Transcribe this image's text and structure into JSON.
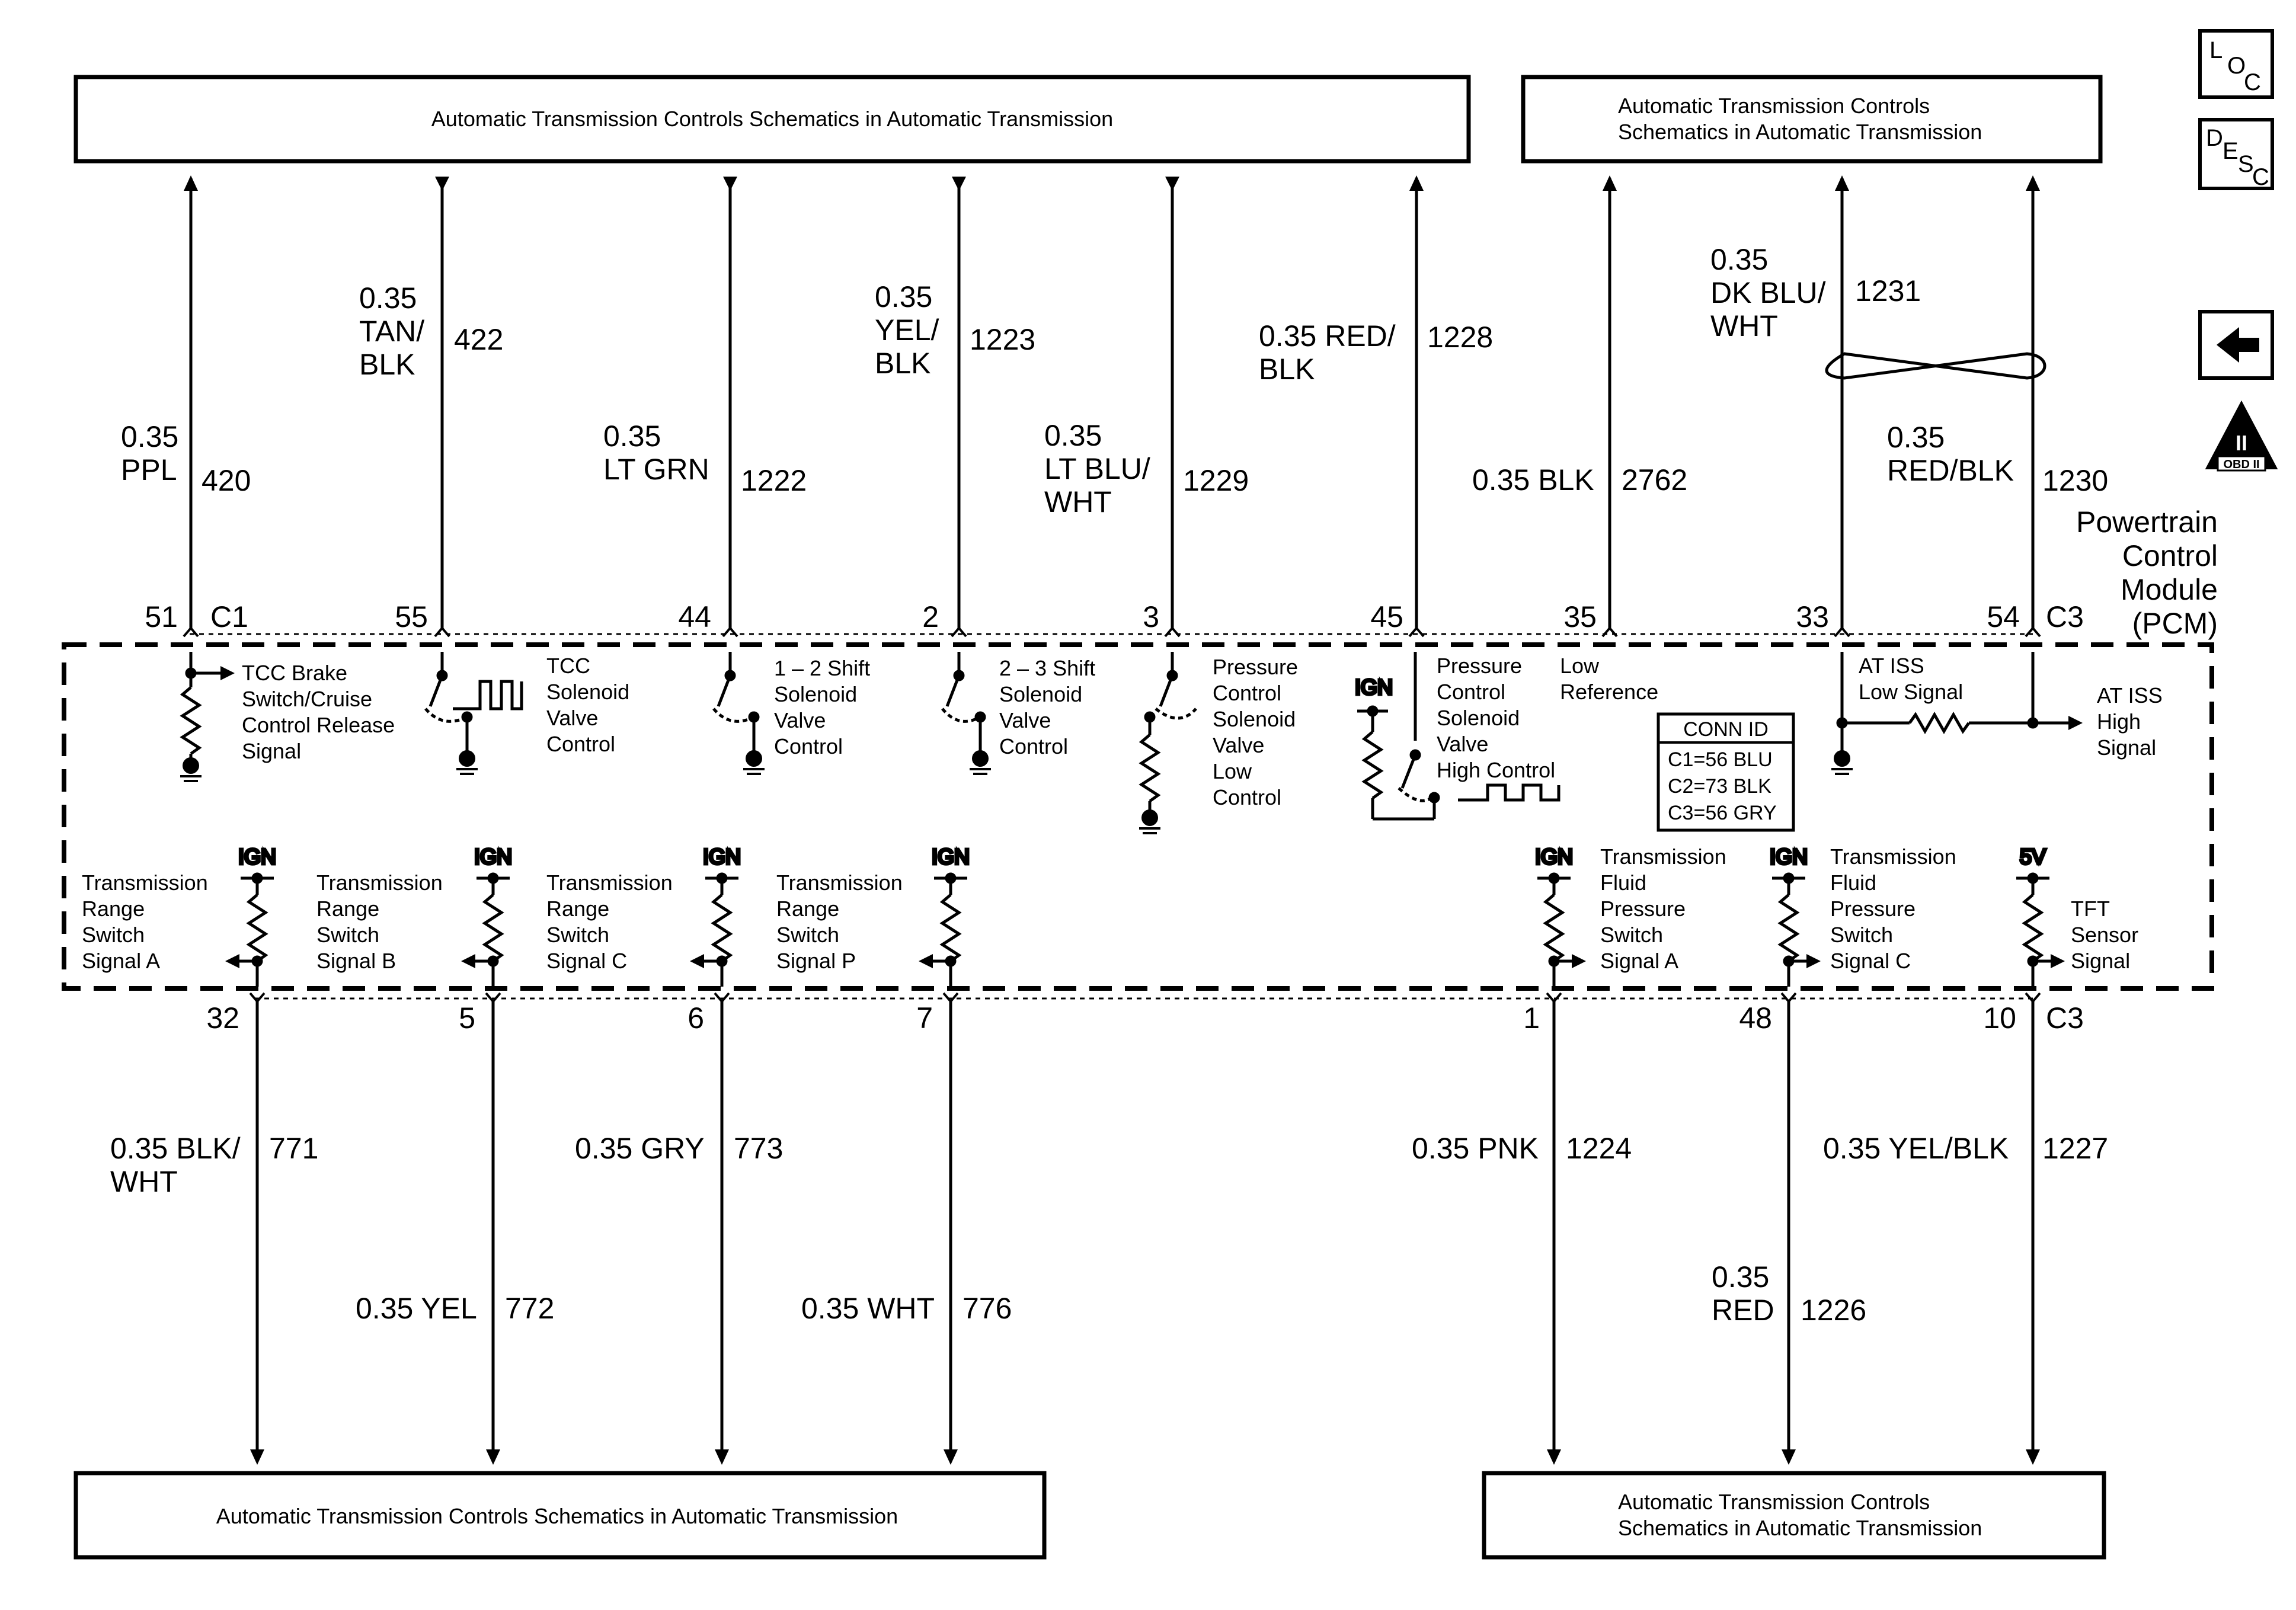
{
  "boxes": {
    "top_left": [
      "Automatic Transmission Controls Schematics in Automatic Transmission"
    ],
    "top_right": [
      "Automatic Transmission Controls",
      "Schematics in Automatic Transmission"
    ],
    "bottom_left": [
      "Automatic Transmission Controls Schematics in Automatic Transmission"
    ],
    "bottom_right": [
      "Automatic Transmission Controls",
      "Schematics in Automatic Transmission"
    ]
  },
  "nav_icons": {
    "loc": {
      "letters": [
        "L",
        "O",
        "C"
      ],
      "icon": "location-icon"
    },
    "desc": {
      "letters": [
        "D",
        "E",
        "S",
        "C"
      ],
      "icon": "description-icon"
    },
    "back": {
      "icon": "back-arrow-icon"
    },
    "obd": {
      "top": "II",
      "bottom": "OBD II",
      "icon": "obd-ii-icon"
    }
  },
  "module": {
    "label": [
      "Powertrain",
      "Control",
      "Module",
      "(PCM)"
    ],
    "connector_top_left": "C1",
    "connector_top_right": "C3",
    "connector_bottom_right": "C3"
  },
  "conn_id": {
    "title": "CONN ID",
    "rows": [
      "C1=56 BLU",
      "C2=73 BLK",
      "C3=56 GRY"
    ]
  },
  "top_wires": [
    {
      "pin": "51",
      "color_lines": [
        "0.35",
        "PPL"
      ],
      "circuit": "420"
    },
    {
      "pin": "55",
      "color_lines": [
        "0.35",
        "TAN/",
        "BLK"
      ],
      "circuit": "422"
    },
    {
      "pin": "44",
      "color_lines": [
        "0.35",
        "LT GRN"
      ],
      "circuit": "1222"
    },
    {
      "pin": "2",
      "color_lines": [
        "0.35",
        "YEL/",
        "BLK"
      ],
      "circuit": "1223"
    },
    {
      "pin": "3",
      "color_lines": [
        "0.35",
        "LT BLU/",
        "WHT"
      ],
      "circuit": "1229"
    },
    {
      "pin": "45",
      "color_lines": [
        "0.35 RED/",
        "BLK"
      ],
      "circuit": "1228"
    },
    {
      "pin": "35",
      "color_lines": [
        "0.35 BLK"
      ],
      "circuit": "2762"
    },
    {
      "pin": "33",
      "color_lines": [
        "0.35",
        "DK BLU/",
        "WHT"
      ],
      "circuit": "1231"
    },
    {
      "pin": "54",
      "color_lines": [
        "0.35",
        "RED/BLK"
      ],
      "circuit": "1230"
    }
  ],
  "bottom_wires": [
    {
      "pin": "32",
      "color_lines": [
        "0.35 BLK/",
        "WHT"
      ],
      "circuit": "771"
    },
    {
      "pin": "5",
      "color_lines": [
        "0.35 YEL"
      ],
      "circuit": "772"
    },
    {
      "pin": "6",
      "color_lines": [
        "0.35 GRY"
      ],
      "circuit": "773"
    },
    {
      "pin": "7",
      "color_lines": [
        "0.35 WHT"
      ],
      "circuit": "776"
    },
    {
      "pin": "1",
      "color_lines": [
        "0.35 PNK"
      ],
      "circuit": "1224"
    },
    {
      "pin": "48",
      "color_lines": [
        "0.35",
        "RED"
      ],
      "circuit": "1226"
    },
    {
      "pin": "10",
      "color_lines": [
        "0.35 YEL/BLK"
      ],
      "circuit": "1227"
    }
  ],
  "internal_top": [
    [
      "TCC Brake",
      "Switch/Cruise",
      "Control Release",
      "Signal"
    ],
    [
      "TCC",
      "Solenoid",
      "Valve",
      "Control"
    ],
    [
      "1 – 2 Shift",
      "Solenoid",
      "Valve",
      "Control"
    ],
    [
      "2 – 3 Shift",
      "Solenoid",
      "Valve",
      "Control"
    ],
    [
      "Pressure",
      "Control",
      "Solenoid",
      "Valve",
      "Low",
      "Control"
    ],
    [
      "Pressure",
      "Control",
      "Solenoid",
      "Valve",
      "High Control"
    ],
    [
      "Low",
      "Reference"
    ],
    [
      "AT ISS",
      "Low Signal"
    ],
    [
      "AT ISS",
      "High",
      "Signal"
    ]
  ],
  "internal_bottom": [
    [
      "Transmission",
      "Range",
      "Switch",
      "Signal A"
    ],
    [
      "Transmission",
      "Range",
      "Switch",
      "Signal B"
    ],
    [
      "Transmission",
      "Range",
      "Switch",
      "Signal C"
    ],
    [
      "Transmission",
      "Range",
      "Switch",
      "Signal P"
    ],
    [
      "Transmission",
      "Fluid",
      "Pressure",
      "Switch",
      "Signal A"
    ],
    [
      "Transmission",
      "Fluid",
      "Pressure",
      "Switch",
      "Signal C"
    ],
    [
      "TFT",
      "Sensor",
      "Signal"
    ]
  ],
  "supply_labels": {
    "ign": "IGN",
    "five_v": "5V"
  }
}
